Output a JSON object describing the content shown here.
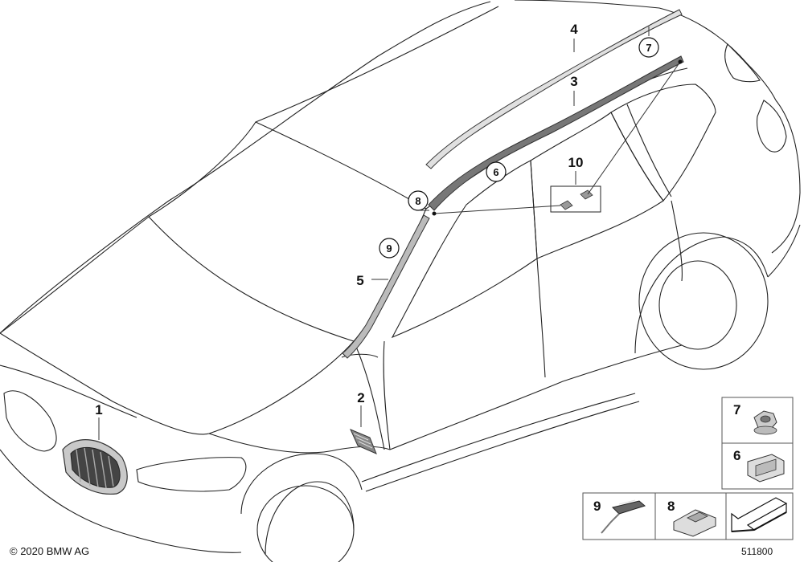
{
  "callouts": {
    "c1": "1",
    "c2": "2",
    "c3": "3",
    "c4": "4",
    "c5": "5",
    "c6": "6",
    "c7": "7",
    "c8": "8",
    "c9": "9",
    "c10": "10"
  },
  "legend": {
    "item7": "7",
    "item6": "6",
    "item9": "9",
    "item8": "8"
  },
  "footer": {
    "copyright": "© 2020 BMW AG",
    "diagram_number": "511800"
  },
  "colors": {
    "outline": "#222222",
    "trim": "#8a8a8a",
    "part_fill": "#c8c8c8"
  },
  "icons": {
    "nav_arrow": "arrow-icon"
  }
}
